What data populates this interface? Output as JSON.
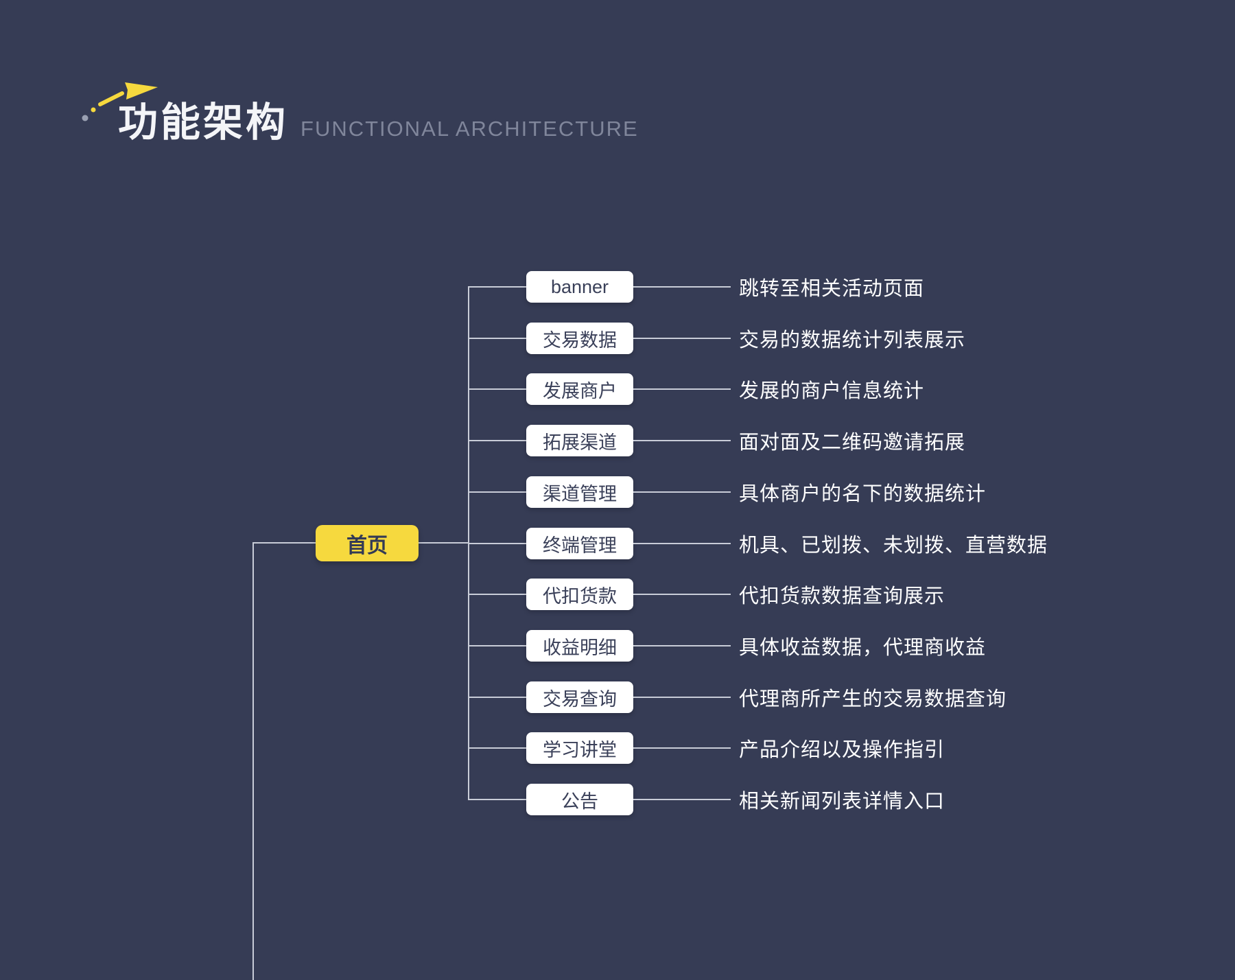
{
  "header": {
    "title": "功能架构",
    "subtitle": "FUNCTIONAL ARCHITECTURE"
  },
  "root": {
    "label": "首页"
  },
  "items": [
    {
      "label": "banner",
      "desc": "跳转至相关活动页面"
    },
    {
      "label": "交易数据",
      "desc": "交易的数据统计列表展示"
    },
    {
      "label": "发展商户",
      "desc": "发展的商户信息统计"
    },
    {
      "label": "拓展渠道",
      "desc": "面对面及二维码邀请拓展"
    },
    {
      "label": "渠道管理",
      "desc": "具体商户的名下的数据统计"
    },
    {
      "label": "终端管理",
      "desc": "机具、已划拨、未划拨、直营数据"
    },
    {
      "label": "代扣货款",
      "desc": "代扣货款数据查询展示"
    },
    {
      "label": "收益明细",
      "desc": "具体收益数据，代理商收益"
    },
    {
      "label": "交易查询",
      "desc": "代理商所产生的交易数据查询"
    },
    {
      "label": "学习讲堂",
      "desc": "产品介绍以及操作指引"
    },
    {
      "label": "公告",
      "desc": "相关新闻列表详情入口"
    }
  ],
  "colors": {
    "background": "#363c55",
    "accent_yellow": "#f6d93e",
    "line": "#c9cdd8",
    "node_text": "#3a4059",
    "desc_text": "#ffffff",
    "subtitle_text": "#80869b"
  }
}
